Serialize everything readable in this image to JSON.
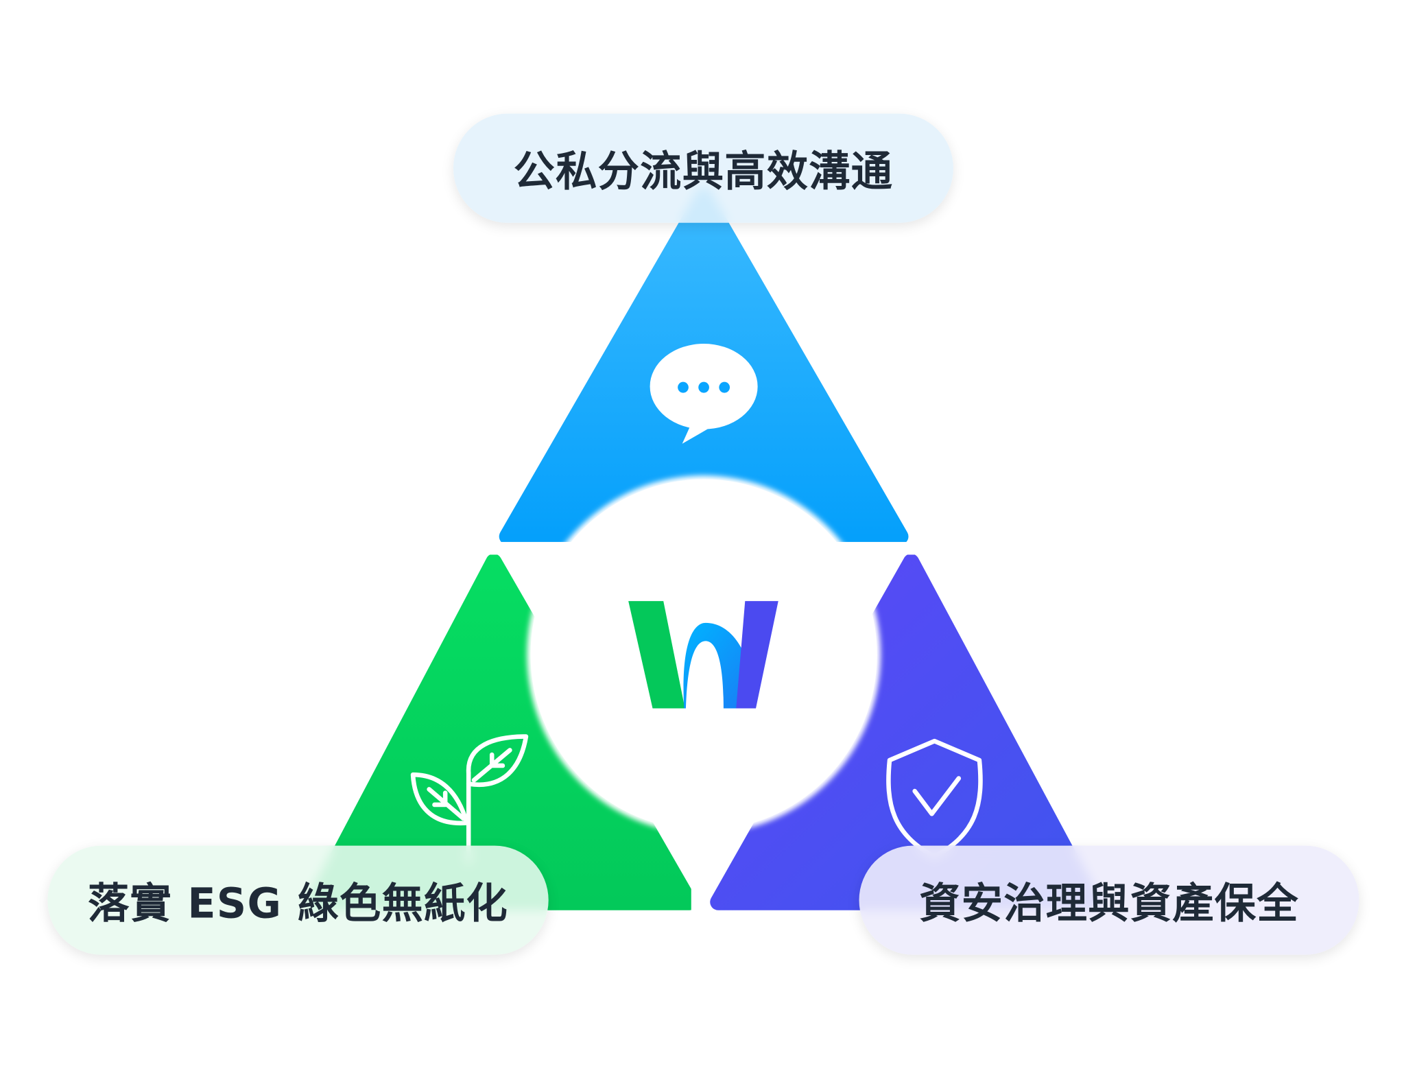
{
  "pillars": [
    {
      "label": "公私分流與高效溝通",
      "icon": "chat-bubble-icon",
      "color": "#0aa5ff"
    },
    {
      "label": "落實 ESG 綠色無紙化",
      "icon": "sprout-icon",
      "color": "#04d45a"
    },
    {
      "label": "資安治理與資產保全",
      "icon": "shield-check-icon",
      "color": "#4b4af0"
    }
  ],
  "logo": {
    "colors": [
      "#04c85a",
      "#0aa5ff",
      "#4b4af0"
    ]
  }
}
